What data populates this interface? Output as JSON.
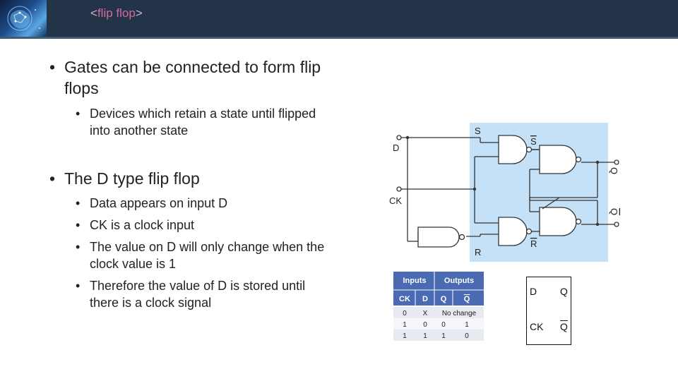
{
  "header": {
    "title_open": "<",
    "title_word": "flip flop",
    "title_close": ">"
  },
  "bullets": [
    {
      "level": 1,
      "text": "Gates can be connected to form flip",
      "cont": "flops"
    },
    {
      "level": 2,
      "text": "Devices which retain a state until flipped",
      "cont": "into another state"
    },
    {
      "level": 1,
      "text": "The D type flip flop"
    },
    {
      "level": 2,
      "text": "Data appears on input D"
    },
    {
      "level": 2,
      "text": "CK is a clock input"
    },
    {
      "level": 2,
      "text": "The value on D will only change when the",
      "cont": "clock value is 1"
    },
    {
      "level": 2,
      "text": "Therefore the value of D is stored until",
      "cont": "there is a clock signal"
    }
  ],
  "circuit": {
    "labels": {
      "d": "D",
      "ck": "CK",
      "s": "S",
      "s_bar": "S",
      "r": "R",
      "r_bar": "R",
      "q": "Q",
      "q_bar": "Q"
    },
    "colors": {
      "panel": "#c5e1f7",
      "wire": "#333333"
    }
  },
  "truth_table": {
    "group_headers": [
      "Inputs",
      "Outputs"
    ],
    "columns": [
      "CK",
      "D",
      "Q",
      "Q"
    ],
    "rows": [
      [
        "0",
        "X",
        "No change"
      ],
      [
        "1",
        "0",
        "0",
        "1"
      ],
      [
        "1",
        "1",
        "1",
        "0"
      ]
    ],
    "colors": {
      "header_bg": "#4a6bb3",
      "row_alt": "#e8eaf2"
    }
  },
  "symbol": {
    "d": "D",
    "q": "Q",
    "ck": "CK",
    "q_bar": "Q"
  }
}
